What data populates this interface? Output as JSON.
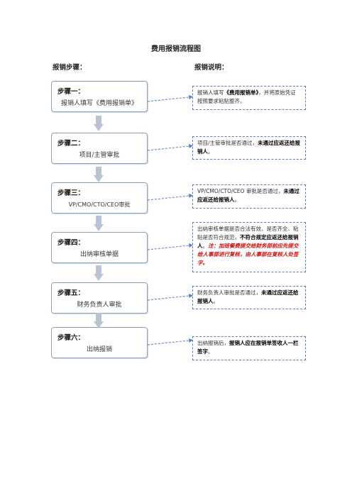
{
  "title": "费用报销流程图",
  "left_header": "报销步骤：",
  "right_header": "报销说明：",
  "steps": [
    {
      "title": "步骤一：",
      "desc": "报销人填写《费用报销单》"
    },
    {
      "title": "步骤二：",
      "desc": "项目/主管审批"
    },
    {
      "title": "步骤三：",
      "desc": "VP/CMO/CTO/CEO审批"
    },
    {
      "title": "步骤四：",
      "desc": "出纳审核单据"
    },
    {
      "title": "步骤五：",
      "desc": "财务负责人审批"
    },
    {
      "title": "步骤六：",
      "desc": "出纳报销"
    }
  ],
  "notes": [
    {
      "pre": "报销人填写",
      "bold": "《费用报销单》",
      "post": "，并将原始凭证按照要求粘贴整齐。"
    },
    {
      "pre": "项目/主管审批是否通过，",
      "bold": "未通过应返还给报销人",
      "post": "。"
    },
    {
      "pre": "VP/CMO/CTO/CEO 审批是否通过，",
      "bold": "未通过应返还给报销人",
      "post": "。"
    },
    {
      "pre": "出纳审核单据是否合法有效、是否齐全、粘贴是否符合规范，",
      "bold": "不符合规定应返还给报销人",
      "post": "。",
      "red": "注：加班餐费提交给财务部前应先提交给人事部进行复核，由人事部在复核人处签字。"
    },
    {
      "pre": "财务负责人审批是否通过，",
      "bold": "未通过应返还给报销人",
      "post": "。"
    },
    {
      "pre": "出纳报销后，",
      "bold": "报销人应在报销单签收人一栏签字",
      "post": "。"
    }
  ],
  "colors": {
    "arrow": "#b8c4d4",
    "note_border": "#5b7fb2",
    "step_border": "#8aa0b8",
    "red": "#d01010"
  }
}
